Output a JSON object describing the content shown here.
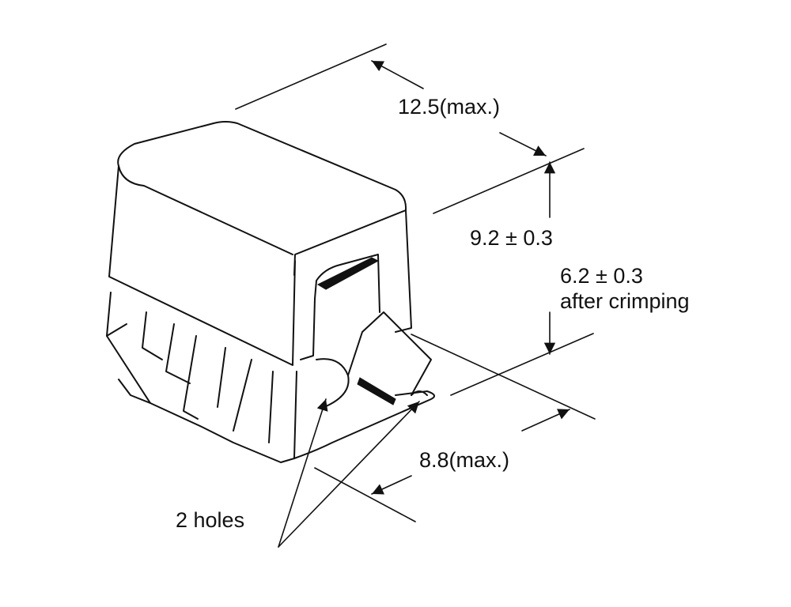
{
  "dimensions": {
    "length_max": "12.5(max.)",
    "height_total": "9.2 ± 0.3",
    "height_crimped_value": "6.2 ± 0.3",
    "height_crimped_note": "after crimping",
    "width_max": "8.8(max.)"
  },
  "callouts": {
    "holes": "2 holes"
  }
}
